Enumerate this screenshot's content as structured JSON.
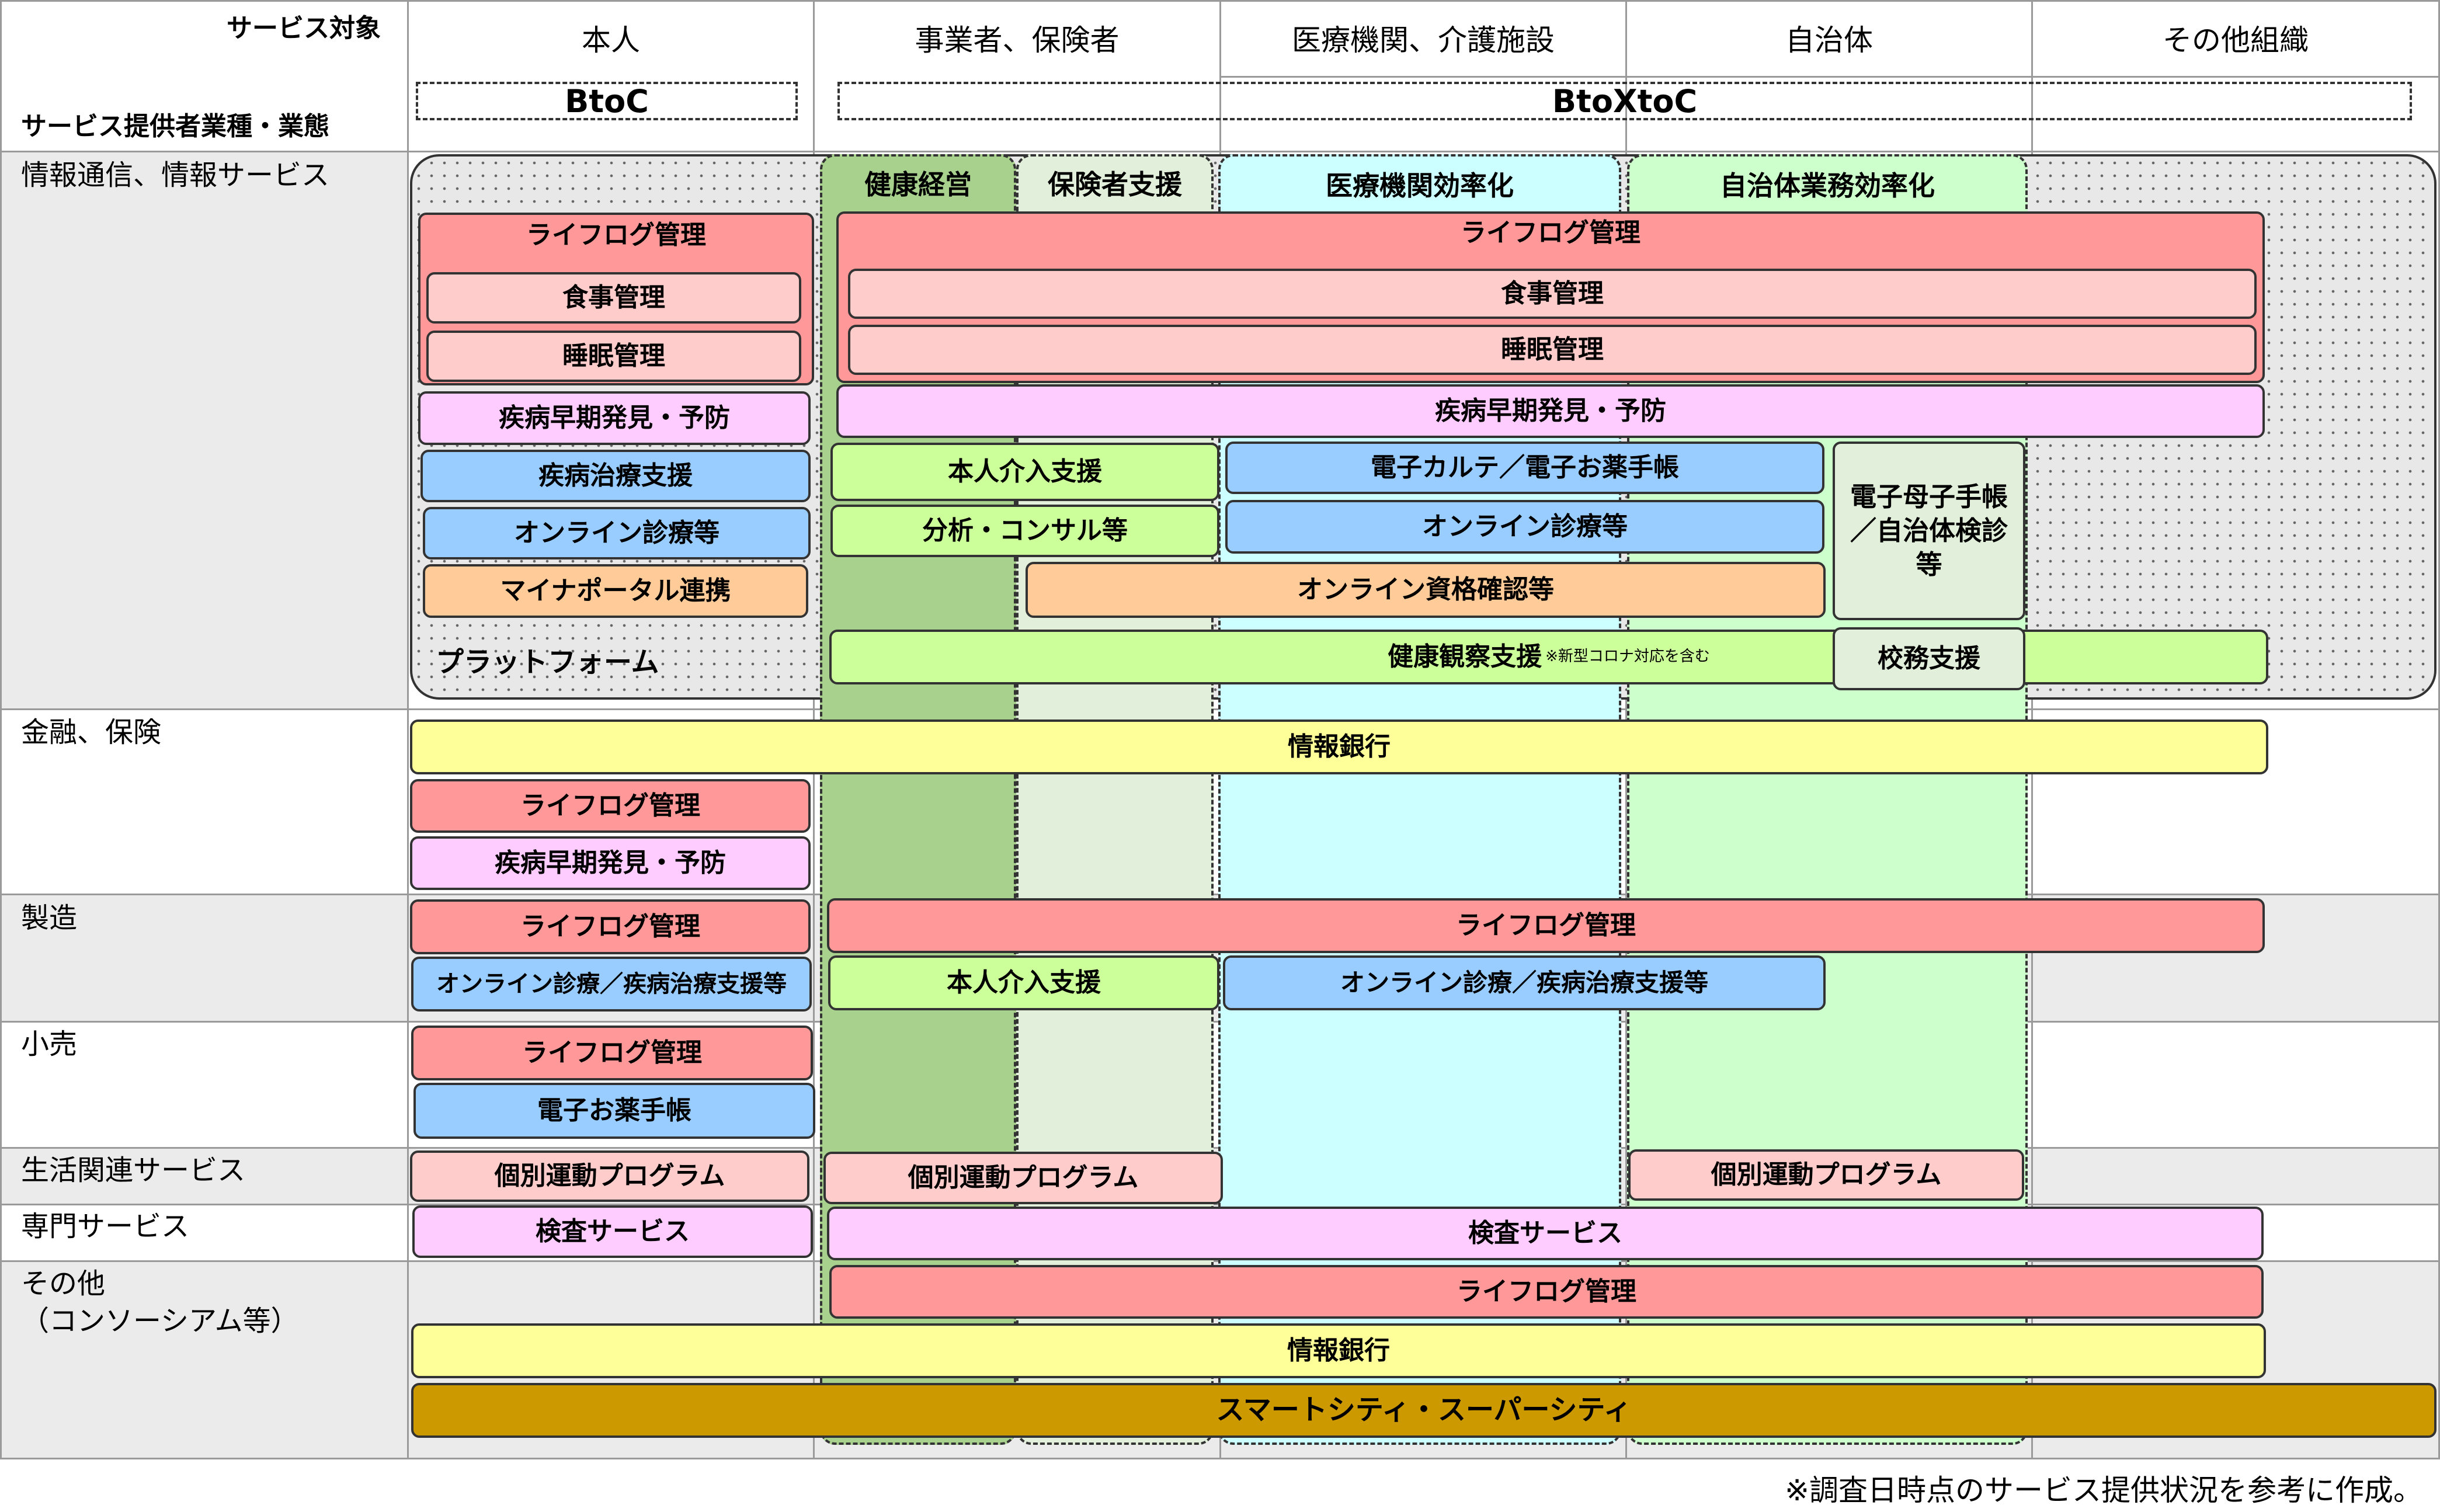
{
  "header": {
    "target_label": "サービス対象",
    "provider_label": "サービス提供者業種・業態",
    "columns": [
      "本人",
      "事業者、保険者",
      "医療機関、介護施設",
      "自治体",
      "その他組織"
    ],
    "btoc": "BtoC",
    "btoxtoc": "BtoXtoC"
  },
  "rows": [
    {
      "label": "情報通信、情報サービス"
    },
    {
      "label": "金融、保険"
    },
    {
      "label": "製造"
    },
    {
      "label": "小売"
    },
    {
      "label": "生活関連サービス"
    },
    {
      "label": "専門サービス"
    },
    {
      "label_line1": "その他",
      "label_line2": "（コンソーシアム等）"
    }
  ],
  "bands": {
    "kenko_keiei": "健康経営",
    "hokensha_shien": "保険者支援",
    "iryo_kouritsu": "医療機関効率化",
    "jichitai_kouritsu": "自治体業務効率化"
  },
  "platform_label": "プラットフォーム",
  "boxes": {
    "ict": {
      "lifelog_b": "ライフログ管理",
      "shokuji_b": "食事管理",
      "suimin_b": "睡眠管理",
      "shippei_b": "疾病早期発見・予防",
      "chiryo_b": "疾病治療支援",
      "online_b": "オンライン診療等",
      "myna_b": "マイナポータル連携",
      "lifelog_x": "ライフログ管理",
      "shokuji_x": "食事管理",
      "suimin_x": "睡眠管理",
      "shippei_x": "疾病早期発見・予防",
      "honnin": "本人介入支援",
      "karte": "電子カルテ／電子お薬手帳",
      "boshi": "電子母子手帳／自治体検診等",
      "bunseki": "分析・コンサル等",
      "online_x": "オンライン診療等",
      "shikaku": "オンライン資格確認等",
      "kansatsu": "健康観察支援",
      "kansatsu_note": "※新型コロナ対応を含む",
      "koumu": "校務支援"
    },
    "finance": {
      "joho_ginko": "情報銀行",
      "lifelog": "ライフログ管理",
      "shippei": "疾病早期発見・予防"
    },
    "mfg": {
      "lifelog_b": "ライフログ管理",
      "lifelog_x": "ライフログ管理",
      "online_b": "オンライン診療／疾病治療支援等",
      "honnin": "本人介入支援",
      "online_x": "オンライン診療／疾病治療支援等"
    },
    "retail": {
      "lifelog": "ライフログ管理",
      "okusuri": "電子お薬手帳"
    },
    "life": {
      "undo_1": "個別運動プログラム",
      "undo_2": "個別運動プログラム",
      "undo_3": "個別運動プログラム"
    },
    "prof": {
      "kensa_b": "検査サービス",
      "kensa_x": "検査サービス"
    },
    "other": {
      "lifelog": "ライフログ管理",
      "joho_ginko": "情報銀行",
      "smartcity": "スマートシティ・スーパーシティ"
    }
  },
  "colors": {
    "lifelog": "#ff9999",
    "subpink": "#ffcccc",
    "magenta": "#ffccff",
    "blue": "#99ccff",
    "orange": "#ffcc99",
    "lime": "#ccff99",
    "yellow": "#ffff99",
    "gold": "#cc9900",
    "band_green": "#a9d18e",
    "band_sage": "#e2efda",
    "band_cyan": "#ccffff",
    "band_mint": "#ccffcc"
  },
  "footnote": "※調査日時点のサービス提供状況を参考に作成。"
}
